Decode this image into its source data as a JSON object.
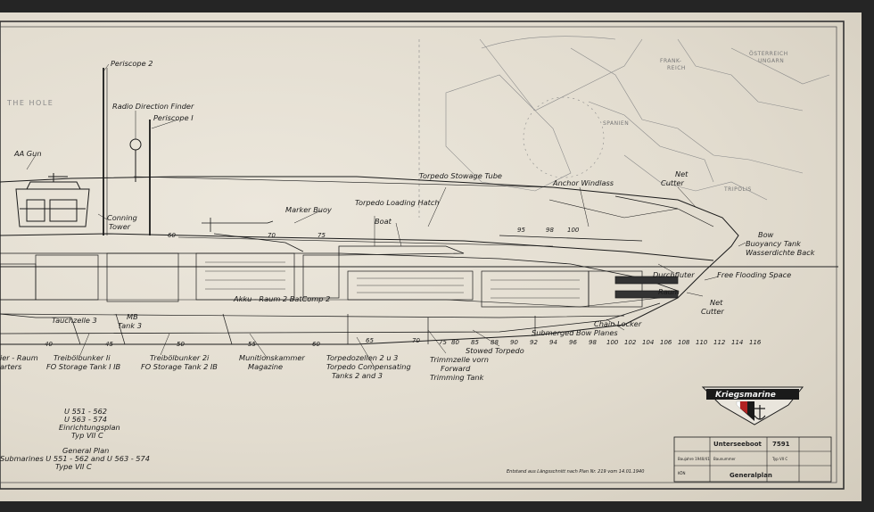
{
  "header": {
    "hole_text": "THE HOLE"
  },
  "map": {
    "labels": [
      "FRANK-",
      "REICH",
      "SPANIEN",
      "ÖSTERREICH",
      "UNGARN",
      "TRIPOLIS"
    ]
  },
  "labels": {
    "periscope2": "Periscope 2",
    "radio_df": "Radio Direction Finder",
    "periscope1": "Periscope I",
    "aa_gun": "AA Gun",
    "conning_tower_1": "Conning",
    "conning_tower_2": "Tower",
    "marker_buoy": "Marker Buoy",
    "torpedo_loading_hatch": "Torpedo Loading Hatch",
    "boat": "Boat",
    "torpedo_stowage_tube": "Torpedo Stowage Tube",
    "anchor_windlass": "Anchor Windlass",
    "net_cutter_top_1": "Net",
    "net_cutter_top_2": "Cutter",
    "bow_buoyancy_1": "Bow",
    "bow_buoyancy_2": "Buoyancy Tank",
    "bow_buoyancy_3": "Wasserdichte Back",
    "durchfluter": "Durchfluter",
    "free_flooding": "Free Flooding Space",
    "raum": "Raum",
    "net_cutter_bot_1": "Net",
    "net_cutter_bot_2": "Cutter",
    "chain_locker": "Chain Locker",
    "submerged_bow_planes": "Submerged Bow Planes",
    "stowed_torpedo": "Stowed Torpedo",
    "akku_raum": "Akku - Raum 2 BatComp 2",
    "tauchzelle": "Tauchzelle 3",
    "mb_1": "MB",
    "mb_2": "Tank 3",
    "treib_1a": "Treibölbunker Ii",
    "treib_1b": "FO Storage Tank I IB",
    "treib_2a": "Treibölbunker 2i",
    "treib_2b": "FO Storage Tank 2 IB",
    "munitions_1": "Munitionskammer",
    "munitions_2": "Magazine",
    "torpedozellen_1": "Torpedozellen 2 u 3",
    "torpedozellen_2": "Torpedo Compensating",
    "torpedozellen_3": "Tanks 2 and 3",
    "trimm_1": "Trimmzelle vorn",
    "trimm_2": "Forward",
    "trimm_3": "Trimming Tank",
    "raum_left": "ier - Raum",
    "quarters_left": "arters"
  },
  "frame_numbers": [
    "40",
    "45",
    "50",
    "55",
    "60",
    "65",
    "70",
    "75",
    "80",
    "85",
    "88",
    "90",
    "92",
    "94",
    "96",
    "98",
    "100",
    "102",
    "104",
    "106",
    "108",
    "110",
    "112",
    "114",
    "116"
  ],
  "top_numbers": [
    "60",
    "70",
    "75",
    "95",
    "98",
    "100"
  ],
  "plan_text": {
    "u1": "U 551 - 562",
    "u2": "U 563 - 574",
    "u3": "Einrichtungsplan",
    "u4": "Typ VII C",
    "g1": "General Plan",
    "g2": "Submarines U 551 - 562 and U 563 - 574",
    "g3": "Type VII C"
  },
  "footnote": "Entstand aus Längsschnitt nach Plan Nr. 219 vom 14.01.1940",
  "emblem": {
    "text": "Kriegsmarine",
    "colors": [
      "#1a1a1a",
      "#ffffff",
      "#b22222"
    ]
  },
  "title_block": {
    "name": "Unterseeboot",
    "number": "7591",
    "title": "Generalplan",
    "small": [
      "Baujahre 1940/41",
      "Typ VII C",
      "Baunummer",
      "KÖN"
    ]
  }
}
